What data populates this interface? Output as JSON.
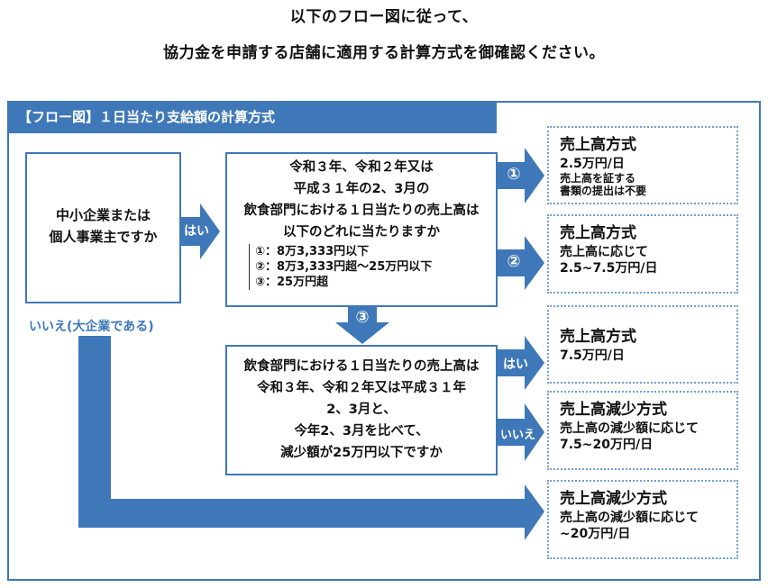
{
  "header": {
    "line1": "以下のフロー図に従って、",
    "line2": "協力金を申請する店舗に適用する計算方式を御確認ください。"
  },
  "flow": {
    "title": "【フロー図】１日当たり支給額の計算方式",
    "q1": {
      "line1": "中小企業または",
      "line2": "個人事業主ですか"
    },
    "yes1": "はい",
    "no1": "いいえ(大企業である)",
    "q2": {
      "line1": "令和３年、令和２年又は",
      "line2": "平成３１年の2、3月の",
      "line3": "飲食部門における１日当たりの売上高は",
      "line4": "以下のどれに当たりますか",
      "options": [
        "①：8万3,333円以下",
        "②：8万3,333円超～25万円以下",
        "③：25万円超"
      ]
    },
    "branch1": "①",
    "branch2": "②",
    "branch3": "③",
    "q3": {
      "line1": "飲食部門における１日当たりの売上高は",
      "line2": "令和３年、令和２年又は平成３１年",
      "line3": "2、3月と、",
      "line4": "今年2、3月を比べて、",
      "line5": "減少額が25万円以下ですか"
    },
    "yes3": "はい",
    "no3": "いいえ",
    "results": [
      {
        "title": "売上高方式",
        "line1": "2.5万円/日",
        "line2": "売上高を証する",
        "line3": "書類の提出は不要"
      },
      {
        "title": "売上高方式",
        "line1": "売上高に応じて",
        "line2": "2.5~7.5万円/日"
      },
      {
        "title": "売上高方式",
        "line1": "7.5万円/日"
      },
      {
        "title": "売上高減少方式",
        "line1": "売上高の減少額に応じて",
        "line2": "7.5~20万円/日"
      },
      {
        "title": "売上高減少方式",
        "line1": "売上高の減少額に応じて",
        "line2": "~20万円/日"
      }
    ],
    "colors": {
      "accent": "#3f78b9",
      "result_border": "#6f9fd3"
    }
  }
}
